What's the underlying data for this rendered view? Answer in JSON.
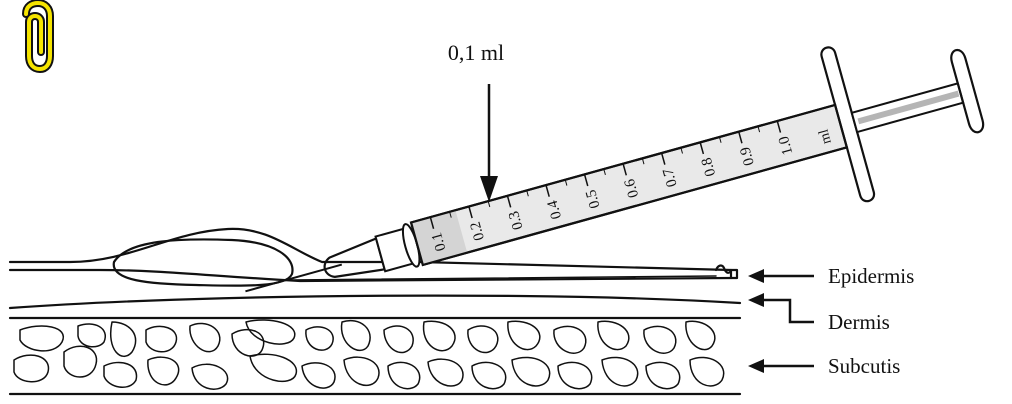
{
  "dose_label": "0,1 ml",
  "layers": [
    {
      "key": "epidermis",
      "label": "Epidermis"
    },
    {
      "key": "dermis",
      "label": "Dermis"
    },
    {
      "key": "subcutis",
      "label": "Subcutis"
    }
  ],
  "syringe_scale": [
    "0.1",
    "0.2",
    "0.3",
    "0.4",
    "0.5",
    "0.6",
    "0.7",
    "0.8",
    "0.9",
    "1.0"
  ],
  "syringe_unit": "ml",
  "icon": "paperclip-icon",
  "colors": {
    "ink": "#111111",
    "clip": "#f5e400",
    "barrel": "#e9e9e9",
    "plunger": "#b5b5b5"
  }
}
